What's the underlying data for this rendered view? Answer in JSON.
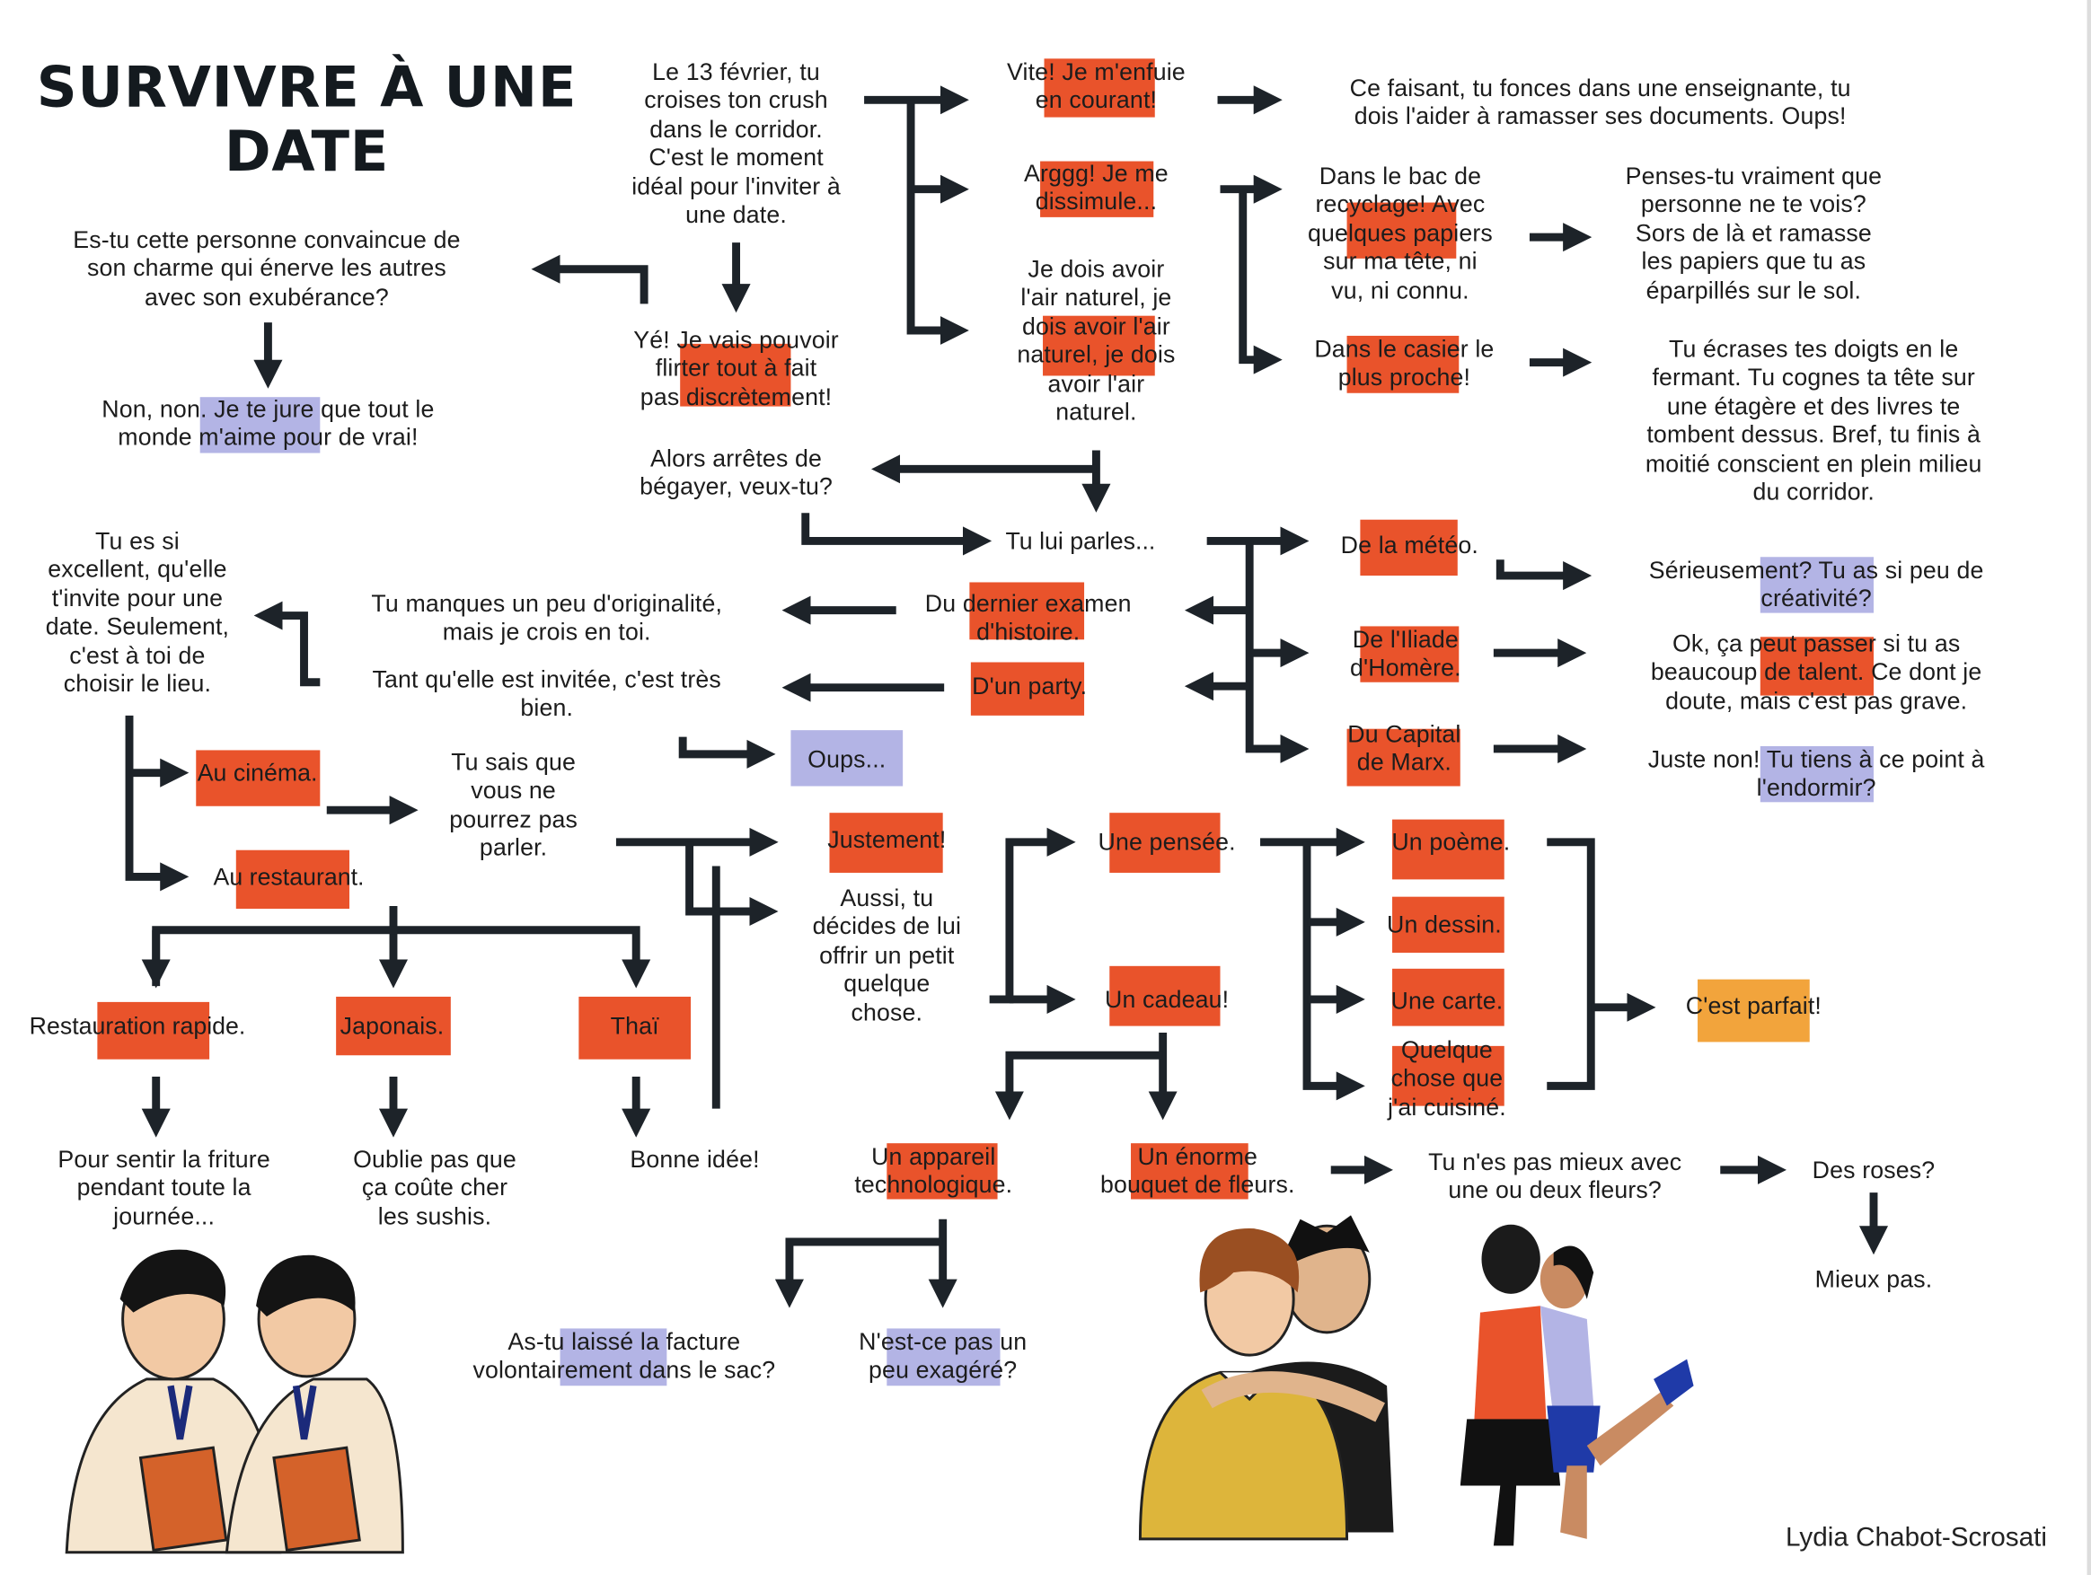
{
  "title": "SURVIVRE À UNE\nDATE",
  "author": "Lydia Chabot-Scrosati",
  "colors": {
    "highlight_orange": "#e9532b",
    "highlight_lavender": "#b3b4e5",
    "highlight_yellow": "#f2a43c",
    "arrow": "#1d2329"
  },
  "nodes": {
    "start": "Le 13 février, tu\ncroises ton crush\ndans le corridor.\nC'est le moment\nidéal pour l'inviter à\nune date.",
    "flee": "Vite! Je m'enfuie\nen courant!",
    "flee_result": "Ce faisant, tu fonces dans une enseignante, tu\ndois l'aider à ramasser ses documents. Oups!",
    "hide": "Arggg! Je me\ndissimule...",
    "recycle": "Dans le bac de\nrecyclage! Avec\nquelques papiers\nsur ma tête, ni\nvu, ni connu.",
    "recycle_result": "Penses-tu vraiment que\npersonne ne te vois?\nSors de là et ramasse\nles papiers que tu as\néparpillés sur le sol.",
    "natural": "Je dois avoir\nl'air naturel, je\ndois avoir l'air\nnaturel, je dois\navoir l'air\nnaturel.",
    "locker": "Dans le casier le\nplus proche!",
    "locker_result": "Tu écrases tes doigts en le\nfermant. Tu cognes ta tête sur\nune étagère et des livres te\ntombent dessus. Bref, tu finis à\nmoitié conscient en plein milieu\ndu corridor.",
    "confident_q": "Es-tu cette personne convaincue de\nson charme qui énerve les autres\navec son exubérance?",
    "flirt": "Yé! Je vais pouvoir\nflirter tout à fait\npas discrètement!",
    "no_no": "Non, non. Je te jure que tout le\nmonde m'aime pour de vrai!",
    "stutter": "Alors arrêtes de\nbégayer, veux-tu?",
    "talk": "Tu lui parles...",
    "weather": "De la météo.",
    "weather_result": "Sérieusement? Tu as si peu de\ncréativité?",
    "exam": "Du dernier examen\nd'histoire.",
    "exam_result": "Tu manques un peu d'originalité,\nmais je crois en toi.",
    "invited": "Tu es si\nexcellent, qu'elle\nt'invite pour une\ndate. Seulement,\nc'est à toi de\nchoisir le lieu.",
    "party_result": "Tant qu'elle est invitée, c'est très\nbien.",
    "party": "D'un party.",
    "iliad": "De l'Iliade\nd'Homère.",
    "iliad_result": "Ok, ça peut passer si tu as\nbeaucoup de talent. Ce dont je\ndoute, mais c'est pas grave.",
    "marx": "Du Capital\nde Marx.",
    "marx_result": "Juste non! Tu tiens à ce point à\nl'endormir?",
    "oops": "Oups...",
    "cinema": "Au cinéma.",
    "cinema_result": "Tu sais que\nvous ne\npourrez pas\nparler.",
    "restaurant": "Au restaurant.",
    "exactly": "Justement!",
    "gift_intro": "Aussi, tu\ndécides de lui\noffrir un petit\nquelque\nchose.",
    "thought": "Une pensée.",
    "gift": "Un cadeau!",
    "poem": "Un poème.",
    "drawing": "Un dessin.",
    "card": "Une carte.",
    "cooked": "Quelque\nchose que\nj'ai cuisiné.",
    "perfect": "C'est parfait!",
    "fast_food": "Restauration rapide.",
    "japanese": "Japonais.",
    "thai": "Thaï",
    "fast_food_result": "Pour sentir la friture\npendant toute la\njournée...",
    "japanese_result": "Oublie pas que\nça coûte cher\nles sushis.",
    "thai_result": "Bonne idée!",
    "device": "Un appareil\ntechnologique.",
    "bouquet": "Un énorme\nbouquet de fleurs.",
    "bouquet_result": "Tu n'es pas mieux avec\nune ou deux fleurs?",
    "roses": "Des roses?",
    "roses_result": "Mieux pas.",
    "receipt": "As-tu laissé la facture\nvolontairement dans le sac?",
    "exaggerated": "N'est-ce pas un\npeu exagéré?"
  }
}
